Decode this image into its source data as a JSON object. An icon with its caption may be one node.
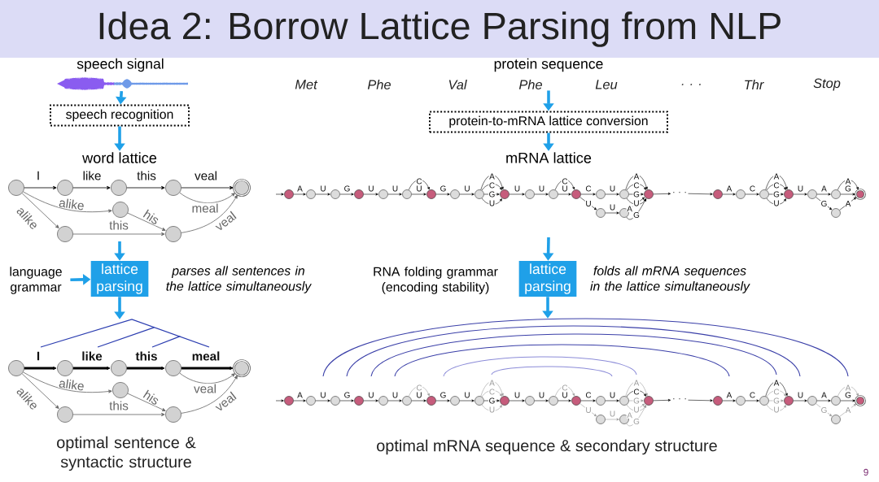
{
  "diagram": {
    "title": "Idea 2: Borrow Lattice Parsing from NLP",
    "nodes": [
      {
        "text": [],
        "shape": "picture",
        "beside": [
          "speech signal"
        ]
      },
      {
        "text": [
          "speech recognition"
        ]
      },
      {
        "text": [
          "word lattice"
        ]
      },
      {
        "text": [],
        "shape": "circle"
      },
      {
        "text": [],
        "shape": "circle"
      },
      {
        "text": [],
        "shape": "circle"
      },
      {
        "text": [],
        "shape": "circle"
      },
      {
        "text": [],
        "shape": "circle"
      },
      {
        "text": [],
        "shape": "circle"
      },
      {
        "text": [],
        "shape": "circle"
      },
      {
        "text": [],
        "shape": "circle"
      },
      {
        "text": [
          "language grammar"
        ]
      },
      {
        "text": [
          "lattice parsing"
        ],
        "beside": [
          "parses all sentences in the lattice simultaneously"
        ]
      },
      {
        "text": [],
        "shape": "circle"
      },
      {
        "text": [],
        "shape": "circle"
      },
      {
        "text": [],
        "shape": "circle"
      },
      {
        "text": [],
        "shape": "circle"
      },
      {
        "text": [],
        "shape": "circle"
      },
      {
        "text": [],
        "shape": "circle"
      },
      {
        "text": [],
        "shape": "circle"
      },
      {
        "text": [],
        "shape": "circle"
      },
      {
        "text": [
          "protein-to-mRNA lattice conversion"
        ]
      },
      {
        "text": [
          "mRNA lattice"
        ]
      },
      {
        "text": [
          "lattice parsing"
        ],
        "beside": [
          "folds all mRNA sequences in the lattice simultaneously"
        ]
      },
      {
        "text": [],
        "shape": "circle"
      },
      {
        "text": [],
        "shape": "circle"
      },
      {
        "text": [],
        "shape": "circle"
      },
      {
        "text": [],
        "shape": "circle"
      },
      {
        "text": [],
        "shape": "circle"
      },
      {
        "text": [],
        "shape": "circle"
      },
      {
        "text": [],
        "shape": "circle"
      },
      {
        "text": [],
        "shape": "circle"
      },
      {
        "text": [],
        "shape": "circle"
      },
      {
        "text": [],
        "shape": "circle"
      },
      {
        "text": [],
        "shape": "circle"
      },
      {
        "text": [],
        "shape": "circle"
      },
      {
        "text": [],
        "shape": "circle"
      },
      {
        "text": [],
        "shape": "circle"
      },
      {
        "text": [],
        "shape": "circle"
      },
      {
        "text": [],
        "shape": "circle"
      },
      {
        "text": [],
        "shape": "circle"
      },
      {
        "text": [],
        "shape": "circle"
      },
      {
        "text": [],
        "shape": "circle"
      },
      {
        "text": [],
        "shape": "circle"
      },
      {
        "text": [],
        "shape": "circle"
      },
      {
        "text": [],
        "shape": "circle"
      },
      {
        "text": [],
        "shape": "circle"
      },
      {
        "text": [],
        "shape": "circle"
      },
      {
        "text": [],
        "shape": "circle"
      },
      {
        "text": [],
        "shape": "circle"
      },
      {
        "text": [],
        "shape": "circle"
      },
      {
        "text": [],
        "shape": "circle"
      },
      {
        "text": [],
        "shape": "circle"
      },
      {
        "text": [],
        "shape": "circle"
      },
      {
        "text": [],
        "shape": "circle"
      },
      {
        "text": [],
        "shape": "circle"
      },
      {
        "text": [],
        "shape": "circle"
      },
      {
        "text": [],
        "shape": "circle"
      },
      {
        "text": [],
        "shape": "circle"
      },
      {
        "text": [],
        "shape": "circle"
      },
      {
        "text": [],
        "shape": "circle"
      },
      {
        "text": [],
        "shape": "circle"
      },
      {
        "text": [],
        "shape": "circle"
      },
      {
        "text": [],
        "shape": "circle"
      },
      {
        "text": [],
        "shape": "circle"
      },
      {
        "text": [],
        "shape": "circle"
      },
      {
        "text": [],
        "shape": "circle"
      },
      {
        "text": [],
        "shape": "circle"
      },
      {
        "text": [],
        "shape": "circle"
      },
      {
        "text": [],
        "shape": "circle"
      },
      {
        "text": [],
        "shape": "circle"
      },
      {
        "text": [],
        "shape": "circle"
      },
      {
        "text": [],
        "shape": "circle"
      },
      {
        "text": [],
        "shape": "circle"
      },
      {
        "text": [],
        "shape": "circle"
      },
      {
        "text": [],
        "shape": "circle"
      },
      {
        "text": [
          "· · ·"
        ]
      },
      {
        "text": [
          "· · ·"
        ]
      },
      {
        "text": [
          "Phe"
        ]
      },
      {
        "text": [],
        "shape": "tree"
      },
      {
        "text": [],
        "shape": "arcs"
      }
    ],
    "edges": [
      {
        "from": 0,
        "to": 1,
        "arrow": "to",
        "style": "thick",
        "color": "#1fa0e8"
      },
      {
        "from": 1,
        "to": 2,
        "arrow": "to",
        "style": "thick",
        "color": "#1fa0e8"
      },
      {
        "from": null,
        "to": 12,
        "arrow": "to",
        "style": "thick",
        "color": "#1fa0e8"
      },
      {
        "from": 11,
        "to": 12,
        "arrow": "to",
        "style": "thick",
        "color": "#1fa0e8"
      },
      {
        "from": 12,
        "to": 79,
        "arrow": "to",
        "style": "thick",
        "color": "#1fa0e8"
      },
      {
        "from": 3,
        "to": 4,
        "label": "I",
        "arrow": "to"
      },
      {
        "from": 4,
        "to": 5,
        "label": "like",
        "arrow": "to"
      },
      {
        "from": 5,
        "to": 6,
        "label": "this",
        "arrow": "to"
      },
      {
        "from": 6,
        "to": 7,
        "label": "veal",
        "arrow": "to"
      },
      {
        "from": 6,
        "to": 7,
        "label": "meal",
        "arrow": "to",
        "color": "#666666"
      },
      {
        "from": 3,
        "to": 8,
        "label": "alike",
        "arrow": "to",
        "color": "#666666"
      },
      {
        "from": 3,
        "to": 9,
        "label": "alike",
        "arrow": "to",
        "color": "#666666"
      },
      {
        "from": 8,
        "to": 10,
        "label": "his",
        "arrow": "to",
        "color": "#666666"
      },
      {
        "from": 9,
        "to": 10,
        "label": "this",
        "arrow": "to",
        "color": "#666666"
      },
      {
        "from": 10,
        "to": 7,
        "label": "veal",
        "arrow": "to",
        "color": "#666666"
      },
      {
        "from": 13,
        "to": 14,
        "label": "I",
        "arrow": "to",
        "style": "thick"
      },
      {
        "from": 14,
        "to": 15,
        "label": "like",
        "arrow": "to",
        "style": "thick"
      },
      {
        "from": 15,
        "to": 16,
        "label": "this",
        "arrow": "to",
        "style": "thick"
      },
      {
        "from": 16,
        "to": 17,
        "label": "meal",
        "arrow": "to",
        "style": "thick"
      },
      {
        "from": 16,
        "to": 17,
        "label": "veal",
        "arrow": "to",
        "color": "#666666"
      },
      {
        "from": 13,
        "to": 18,
        "label": "alike",
        "arrow": "to",
        "color": "#666666"
      },
      {
        "from": 13,
        "to": 19,
        "label": "alike",
        "arrow": "to",
        "color": "#666666"
      },
      {
        "from": 18,
        "to": 20,
        "label": "his",
        "arrow": "to",
        "color": "#666666"
      },
      {
        "from": 19,
        "to": 20,
        "label": "this",
        "arrow": "to",
        "color": "#666666"
      },
      {
        "from": 20,
        "to": 17,
        "label": "veal",
        "arrow": "to",
        "color": "#666666"
      },
      {
        "from": 78,
        "to": 21,
        "arrow": "to",
        "style": "thick",
        "color": "#1fa0e8"
      },
      {
        "from": 21,
        "to": 22,
        "arrow": "to",
        "style": "thick",
        "color": "#1fa0e8"
      },
      {
        "from": null,
        "to": 23,
        "arrow": "to",
        "style": "thick",
        "color": "#1fa0e8"
      },
      {
        "from": 23,
        "to": 80,
        "arrow": "to",
        "style": "thick",
        "color": "#1fa0e8"
      },
      {
        "from": null,
        "to": 24,
        "arrow": "to"
      },
      {
        "from": 24,
        "to": 25,
        "label": "A",
        "arrow": "to"
      },
      {
        "from": 25,
        "to": 26,
        "label": "U",
        "arrow": "to"
      },
      {
        "from": 26,
        "to": 27,
        "label": "G",
        "arrow": "to"
      },
      {
        "from": 27,
        "to": 28,
        "label": "U",
        "arrow": "to"
      },
      {
        "from": 28,
        "to": 29,
        "label": "U",
        "arrow": "to"
      },
      {
        "from": 29,
        "to": 30,
        "label": "C",
        "arrow": "to"
      },
      {
        "from": 29,
        "to": 30,
        "label": "U",
        "arrow": "to"
      },
      {
        "from": 30,
        "to": 31,
        "label": "G",
        "arrow": "to"
      },
      {
        "from": 31,
        "to": 32,
        "label": "U",
        "arrow": "to"
      },
      {
        "from": 32,
        "to": 33,
        "label": "A",
        "arrow": "to"
      },
      {
        "from": 32,
        "to": 33,
        "label": "C",
        "arrow": "to"
      },
      {
        "from": 32,
        "to": 33,
        "label": "G",
        "arrow": "to"
      },
      {
        "from": 32,
        "to": 33,
        "label": "U",
        "arrow": "to"
      },
      {
        "from": 33,
        "to": 34,
        "label": "U",
        "arrow": "to"
      },
      {
        "from": 34,
        "to": 35,
        "label": "U",
        "arrow": "to"
      },
      {
        "from": 35,
        "to": 36,
        "label": "C",
        "arrow": "to"
      },
      {
        "from": 35,
        "to": 36,
        "label": "U",
        "arrow": "to"
      },
      {
        "from": 36,
        "to": 37,
        "label": "C",
        "arrow": "to"
      },
      {
        "from": 37,
        "to": 39,
        "label": "U",
        "arrow": "to"
      },
      {
        "from": 39,
        "to": 41,
        "label": "A",
        "arrow": "to"
      },
      {
        "from": 39,
        "to": 41,
        "label": "C",
        "arrow": "to"
      },
      {
        "from": 39,
        "to": 41,
        "label": "G",
        "arrow": "to"
      },
      {
        "from": 39,
        "to": 41,
        "label": "U",
        "arrow": "to"
      },
      {
        "from": 36,
        "to": 38,
        "label": "U",
        "arrow": "to"
      },
      {
        "from": 38,
        "to": 40,
        "label": "U",
        "arrow": "to"
      },
      {
        "from": 40,
        "to": 41,
        "label": "A",
        "arrow": "to"
      },
      {
        "from": 40,
        "to": 41,
        "label": "G",
        "arrow": "to"
      },
      {
        "from": 41,
        "to": 76,
        "arrow": "to"
      },
      {
        "from": 76,
        "to": 42,
        "arrow": "to"
      },
      {
        "from": 42,
        "to": 43,
        "label": "A",
        "arrow": "to"
      },
      {
        "from": 43,
        "to": 44,
        "label": "C",
        "arrow": "to"
      },
      {
        "from": 44,
        "to": 45,
        "label": "A",
        "arrow": "to"
      },
      {
        "from": 44,
        "to": 45,
        "label": "C",
        "arrow": "to"
      },
      {
        "from": 44,
        "to": 45,
        "label": "G",
        "arrow": "to"
      },
      {
        "from": 44,
        "to": 45,
        "label": "U",
        "arrow": "to"
      },
      {
        "from": 45,
        "to": 46,
        "label": "U",
        "arrow": "to"
      },
      {
        "from": 46,
        "to": 47,
        "label": "A",
        "arrow": "to"
      },
      {
        "from": 47,
        "to": 49,
        "label": "A",
        "arrow": "to"
      },
      {
        "from": 47,
        "to": 49,
        "label": "G",
        "arrow": "to"
      },
      {
        "from": 46,
        "to": 48,
        "label": "G",
        "arrow": "to"
      },
      {
        "from": 48,
        "to": 49,
        "label": "A",
        "arrow": "to"
      },
      {
        "from": null,
        "to": 50,
        "arrow": "to"
      },
      {
        "from": 50,
        "to": 51,
        "label": "A",
        "arrow": "to"
      },
      {
        "from": 51,
        "to": 52,
        "label": "U",
        "arrow": "to"
      },
      {
        "from": 52,
        "to": 53,
        "label": "G",
        "arrow": "to"
      },
      {
        "from": 53,
        "to": 54,
        "label": "U",
        "arrow": "to"
      },
      {
        "from": 54,
        "to": 55,
        "label": "U",
        "arrow": "to"
      },
      {
        "from": 55,
        "to": 56,
        "label": "C",
        "arrow": "to",
        "color": "#9a9a9a"
      },
      {
        "from": 55,
        "to": 56,
        "label": "U",
        "arrow": "to"
      },
      {
        "from": 56,
        "to": 57,
        "label": "G",
        "arrow": "to"
      },
      {
        "from": 57,
        "to": 58,
        "label": "U",
        "arrow": "to"
      },
      {
        "from": 58,
        "to": 59,
        "label": "A",
        "arrow": "to",
        "color": "#9a9a9a"
      },
      {
        "from": 58,
        "to": 59,
        "label": "C",
        "arrow": "to",
        "color": "#9a9a9a"
      },
      {
        "from": 58,
        "to": 59,
        "label": "G",
        "arrow": "to"
      },
      {
        "from": 58,
        "to": 59,
        "label": "U",
        "arrow": "to",
        "color": "#9a9a9a"
      },
      {
        "from": 59,
        "to": 60,
        "label": "U",
        "arrow": "to"
      },
      {
        "from": 60,
        "to": 61,
        "label": "U",
        "arrow": "to"
      },
      {
        "from": 61,
        "to": 62,
        "label": "C",
        "arrow": "to",
        "color": "#9a9a9a"
      },
      {
        "from": 61,
        "to": 62,
        "label": "U",
        "arrow": "to"
      },
      {
        "from": 62,
        "to": 63,
        "label": "C",
        "arrow": "to"
      },
      {
        "from": 63,
        "to": 65,
        "label": "U",
        "arrow": "to"
      },
      {
        "from": 65,
        "to": 67,
        "label": "A",
        "arrow": "to",
        "color": "#9a9a9a"
      },
      {
        "from": 65,
        "to": 67,
        "label": "C",
        "arrow": "to"
      },
      {
        "from": 65,
        "to": 67,
        "label": "G",
        "arrow": "to",
        "color": "#9a9a9a"
      },
      {
        "from": 65,
        "to": 67,
        "label": "U",
        "arrow": "to",
        "color": "#9a9a9a"
      },
      {
        "from": 62,
        "to": 64,
        "label": "U",
        "arrow": "to",
        "color": "#9a9a9a"
      },
      {
        "from": 64,
        "to": 66,
        "label": "U",
        "arrow": "to",
        "color": "#9a9a9a"
      },
      {
        "from": 66,
        "to": 67,
        "label": "A",
        "arrow": "to",
        "color": "#9a9a9a"
      },
      {
        "from": 66,
        "to": 67,
        "label": "G",
        "arrow": "to",
        "color": "#9a9a9a"
      },
      {
        "from": 67,
        "to": 77,
        "arrow": "to"
      },
      {
        "from": 77,
        "to": 68,
        "arrow": "to"
      },
      {
        "from": 68,
        "to": 69,
        "label": "A",
        "arrow": "to"
      },
      {
        "from": 69,
        "to": 70,
        "label": "C",
        "arrow": "to"
      },
      {
        "from": 70,
        "to": 71,
        "label": "A",
        "arrow": "to"
      },
      {
        "from": 70,
        "to": 71,
        "label": "C",
        "arrow": "to",
        "color": "#9a9a9a"
      },
      {
        "from": 70,
        "to": 71,
        "label": "G",
        "arrow": "to",
        "color": "#9a9a9a"
      },
      {
        "from": 70,
        "to": 71,
        "label": "U",
        "arrow": "to",
        "color": "#9a9a9a"
      },
      {
        "from": 71,
        "to": 72,
        "label": "U",
        "arrow": "to"
      },
      {
        "from": 72,
        "to": 73,
        "label": "A",
        "arrow": "to"
      },
      {
        "from": 73,
        "to": 75,
        "label": "A",
        "arrow": "to",
        "color": "#9a9a9a"
      },
      {
        "from": 73,
        "to": 75,
        "label": "G",
        "arrow": "to"
      },
      {
        "from": 72,
        "to": 74,
        "label": "G",
        "arrow": "to",
        "color": "#9a9a9a"
      },
      {
        "from": 74,
        "to": 75,
        "label": "A",
        "arrow": "to",
        "color": "#9a9a9a"
      }
    ],
    "labels": [
      "protein sequence",
      "Met",
      "Phe",
      "Val",
      "Leu",
      ". . .",
      "Thr",
      "Stop",
      "RNA folding grammar (encoding stability)",
      "optimal sentence & syntactic structure",
      "optimal mRNA sequence & secondary structure",
      "9"
    ]
  }
}
